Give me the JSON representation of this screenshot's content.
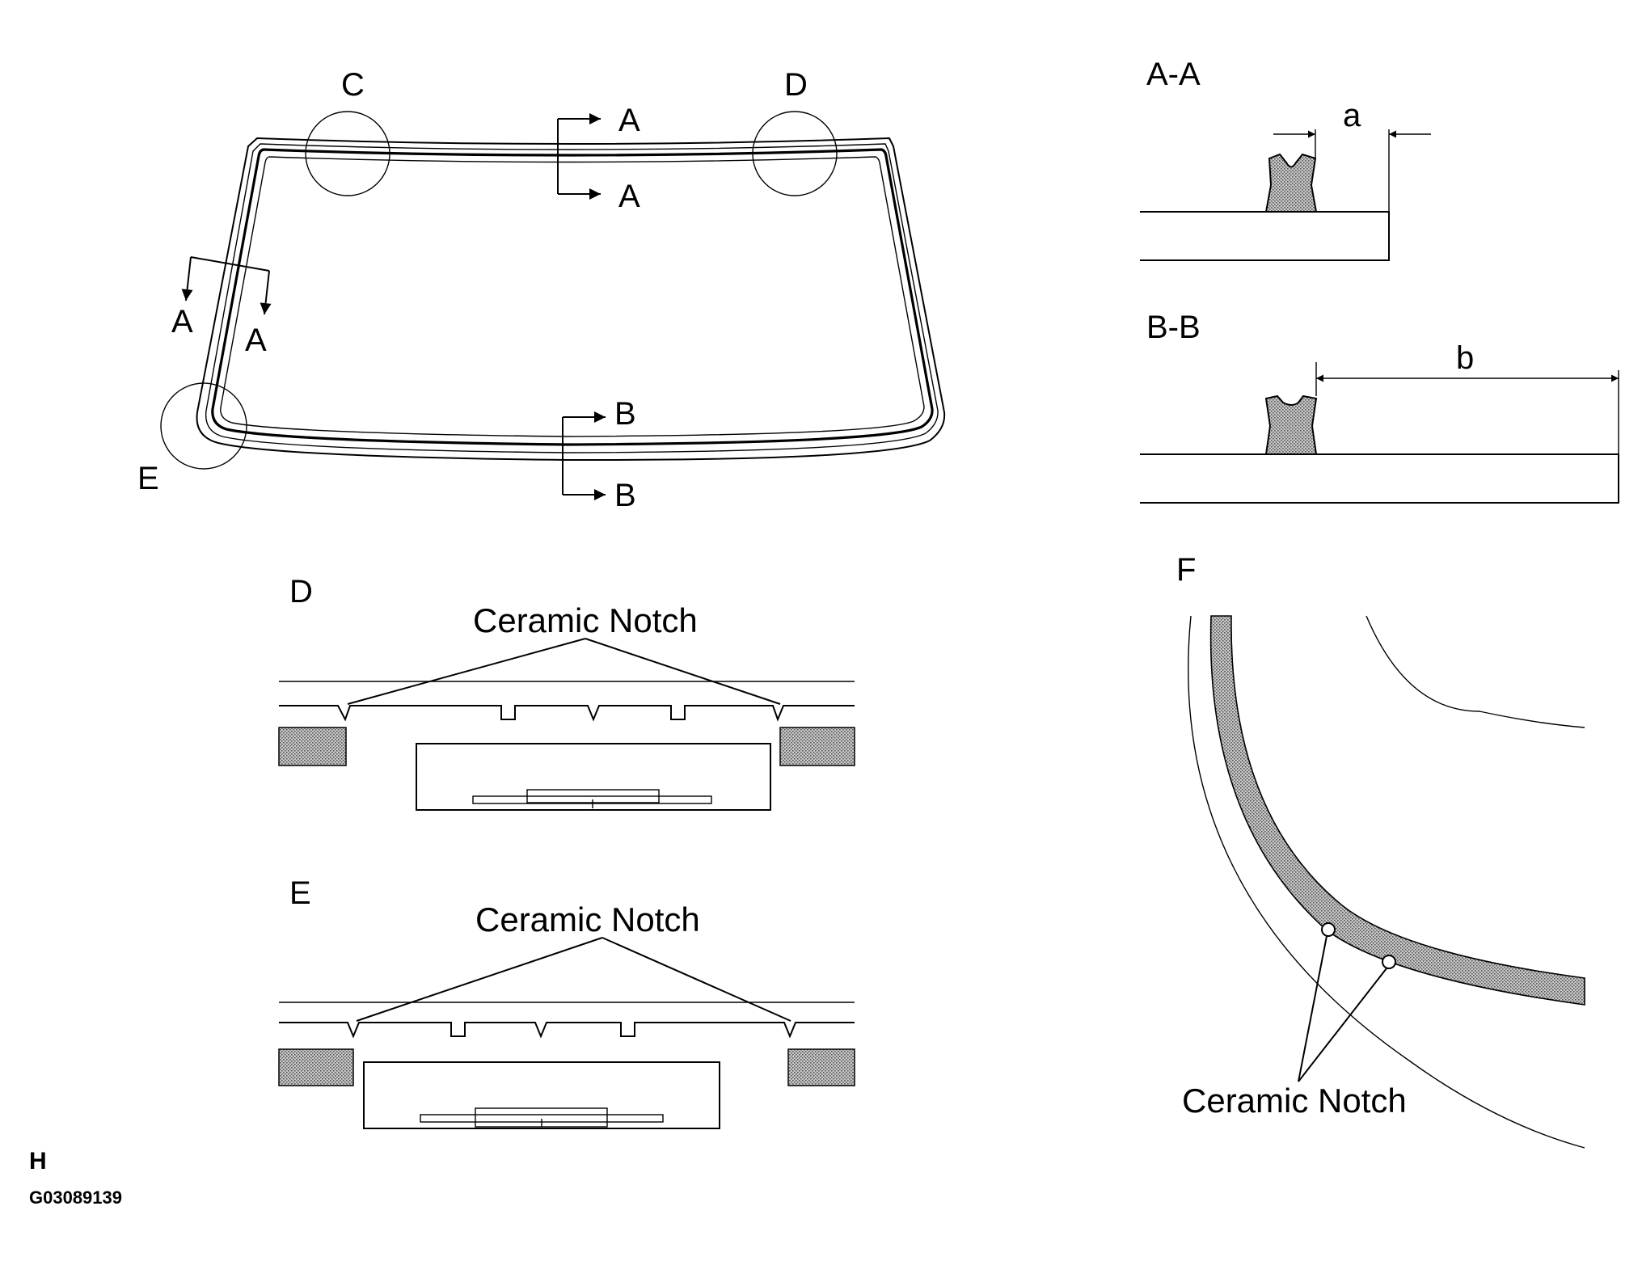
{
  "labels": {
    "detail_c": "C",
    "detail_d": "D",
    "detail_e": "E",
    "section_a_top_1": "A",
    "section_a_top_2": "A",
    "section_a_left_1": "A",
    "section_a_left_2": "A",
    "section_b_1": "B",
    "section_b_2": "B",
    "view_aa": "A-A",
    "view_bb": "B-B",
    "dim_a": "a",
    "dim_b": "b",
    "view_d": "D",
    "view_e": "E",
    "view_f": "F",
    "ceramic_notch_d": "Ceramic Notch",
    "ceramic_notch_e": "Ceramic Notch",
    "ceramic_notch_f": "Ceramic Notch",
    "corner_h": "H",
    "figure_code": "G03089139"
  },
  "colors": {
    "line": "#000000",
    "hatch": "#9a9a9a",
    "background": "#ffffff"
  }
}
